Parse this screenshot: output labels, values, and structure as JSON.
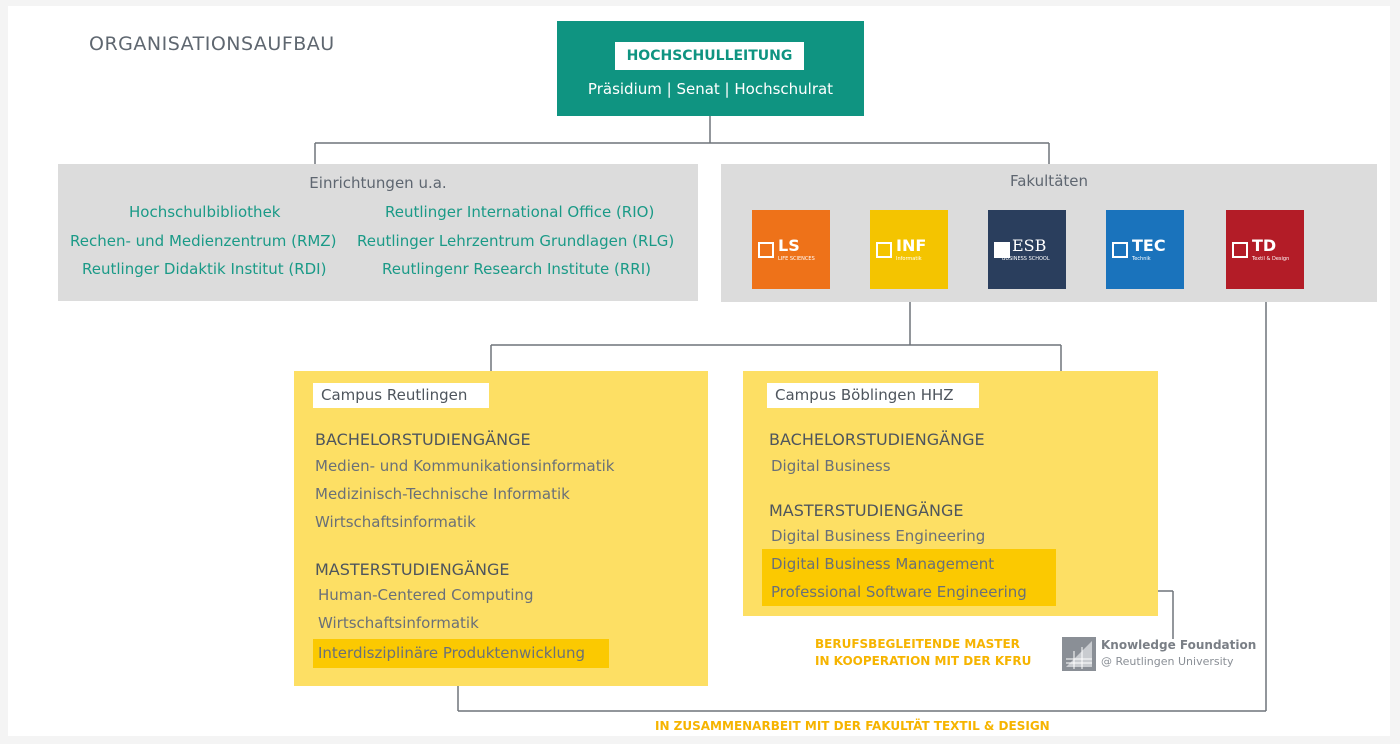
{
  "title": "ORGANISATIONSAUFBAU",
  "leitung": {
    "title": "HOCHSCHULLEITUNG",
    "subtitle": "Präsidium | Senat  |  Hochschulrat"
  },
  "einrichtungen": {
    "title": "Einrichtungen u.a.",
    "items": [
      "Hochschulbibliothek",
      "Reutlinger International Office (RIO)",
      "Rechen- und Medienzentrum (RMZ)",
      "Reutlinger Lehrzentrum Grundlagen (RLG)",
      "Reutlinger Didaktik Institut (RDI)",
      "Reutlingenr Research Institute (RRI)"
    ]
  },
  "fakultaeten": {
    "title": "Fakultäten",
    "items": [
      {
        "label": "LS",
        "sub": "LIFE SCIENCES",
        "color": "#ee7219",
        "icon": "leaf-square-icon"
      },
      {
        "label": "INF",
        "sub": "Informatik",
        "color": "#f4c400",
        "icon": "slash-square-icon"
      },
      {
        "label": "ESB",
        "sub": "BUSINESS SCHOOL",
        "color": "#2a3e5d",
        "icon": "triangle-square-icon"
      },
      {
        "label": "TEC",
        "sub": "Technik",
        "color": "#1a73bc",
        "icon": "slash-square-icon"
      },
      {
        "label": "TD",
        "sub": "Textil & Design",
        "color": "#b31c27",
        "icon": "grid-square-icon"
      }
    ]
  },
  "campus_reutlingen": {
    "label": "Campus Reutlingen",
    "bachelor_heading": "BACHELORSTUDIENGÄNGE",
    "bachelor": [
      "Medien- und Kommunikationsinformatik",
      "Medizinisch-Technische Informatik",
      "Wirtschaftsinformatik"
    ],
    "master_heading": "MASTERSTUDIENGÄNGE",
    "master": [
      "Human-Centered Computing",
      "Wirtschaftsinformatik",
      "Interdisziplinäre Produktenwicklung"
    ]
  },
  "campus_boeblingen": {
    "label": "Campus Böblingen HHZ",
    "bachelor_heading": "BACHELORSTUDIENGÄNGE",
    "bachelor": [
      "Digital Business"
    ],
    "master_heading": "MASTERSTUDIENGÄNGE",
    "master": [
      "Digital Business Engineering",
      "Digital Business Management",
      "Professional Software Engineering"
    ]
  },
  "kfru": {
    "line1": "BERUFSBEGLEITENDE MASTER",
    "line2": "IN KOOPERATION MIT DER KFRU"
  },
  "knowledge_foundation": {
    "name": "Knowledge Foundation",
    "sub": "@ Reutlingen University"
  },
  "textil_note": "IN ZUSAMMENARBEIT MIT DER FAKULTÄT TEXTIL & DESIGN",
  "colors": {
    "teal": "#0f9481",
    "campus": "#fddf64",
    "highlight": "#fbc901",
    "orange_text": "#f6b400",
    "grey_box": "#dcdcdc"
  }
}
